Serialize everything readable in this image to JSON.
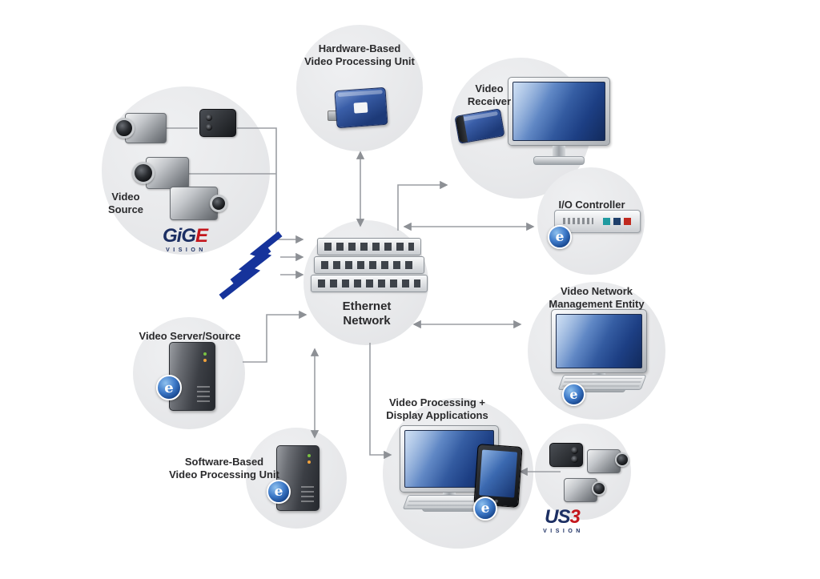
{
  "nodes": {
    "video_source": {
      "label": "Video\nSource"
    },
    "hardware_vpu": {
      "label": "Hardware-Based\nVideo Processing Unit"
    },
    "video_receiver": {
      "label": "Video\nReceiver"
    },
    "io_controller": {
      "label": "I/O Controller"
    },
    "ethernet_network": {
      "label": "Ethernet\nNetwork"
    },
    "video_network_mgmt": {
      "label": "Video Network\nManagement Entity"
    },
    "video_server": {
      "label": "Video Server/Source"
    },
    "software_vpu": {
      "label": "Software-Based\nVideo Processing Unit"
    },
    "video_proc_display": {
      "label": "Video Processing +\nDisplay Applications"
    }
  },
  "logos": {
    "gige": {
      "main": "GiG",
      "accent": "E",
      "sub": "VISION"
    },
    "usb3": {
      "main": "US",
      "accent": "3",
      "sub": "VISION"
    },
    "e_badge": "e"
  },
  "colors": {
    "circle_bg": "#e8e9eb",
    "connector_line": "#9b9ea3",
    "lightning_blue": "#16339b",
    "device_blue": "#2c4c97",
    "screen_blue": "#2b55a0",
    "logo_navy": "#1c2f63",
    "logo_red": "#c4161c"
  }
}
